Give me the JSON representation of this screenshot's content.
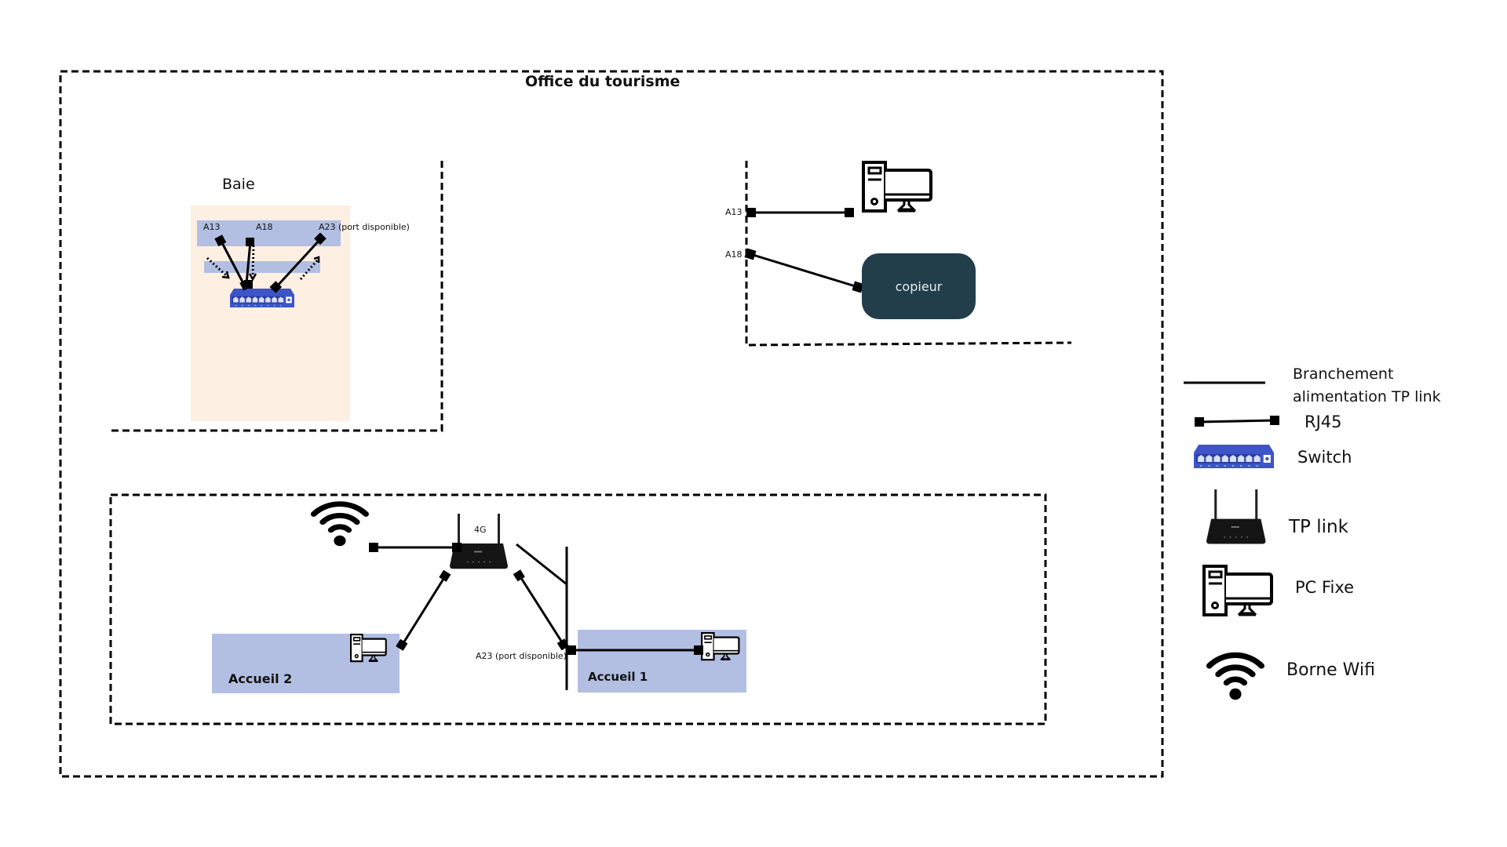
{
  "title": "Office du tourisme",
  "baie": {
    "label": "Baie",
    "ports": [
      {
        "id": "A13",
        "label": "A13"
      },
      {
        "id": "A18",
        "label": "A18"
      },
      {
        "id": "A23",
        "label": "A23 (port disponible)"
      }
    ],
    "colors": {
      "cabinet": "#fdefe1",
      "patch_panel": "#b2bfe3"
    }
  },
  "office": {
    "ports": [
      {
        "id": "A13",
        "label": "A13",
        "connects_to": "PC Fixe"
      },
      {
        "id": "A18",
        "label": "A18",
        "connects_to": "copieur"
      }
    ],
    "copieur_label": "copieur",
    "copieur_color": "#213e4a"
  },
  "accueil": {
    "router_label": "4G",
    "port_label": "A23 (port disponible)",
    "zones": [
      {
        "id": "accueil-2",
        "label": "Accueil 2"
      },
      {
        "id": "accueil-1",
        "label": "Accueil 1"
      }
    ],
    "zone_color": "#b2bfe3"
  },
  "legend": [
    {
      "icon": "power-line-icon",
      "label_lines": [
        "Branchement",
        "alimentation TP link"
      ]
    },
    {
      "icon": "rj45-cable-icon",
      "label": "RJ45"
    },
    {
      "icon": "switch-icon",
      "label": "Switch"
    },
    {
      "icon": "router-icon",
      "label": "TP link"
    },
    {
      "icon": "desktop-pc-icon",
      "label": "PC Fixe"
    },
    {
      "icon": "wifi-icon",
      "label": "Borne Wifi"
    }
  ],
  "colors": {
    "switch": "#3d55c8",
    "accent_dark": "#111111"
  }
}
